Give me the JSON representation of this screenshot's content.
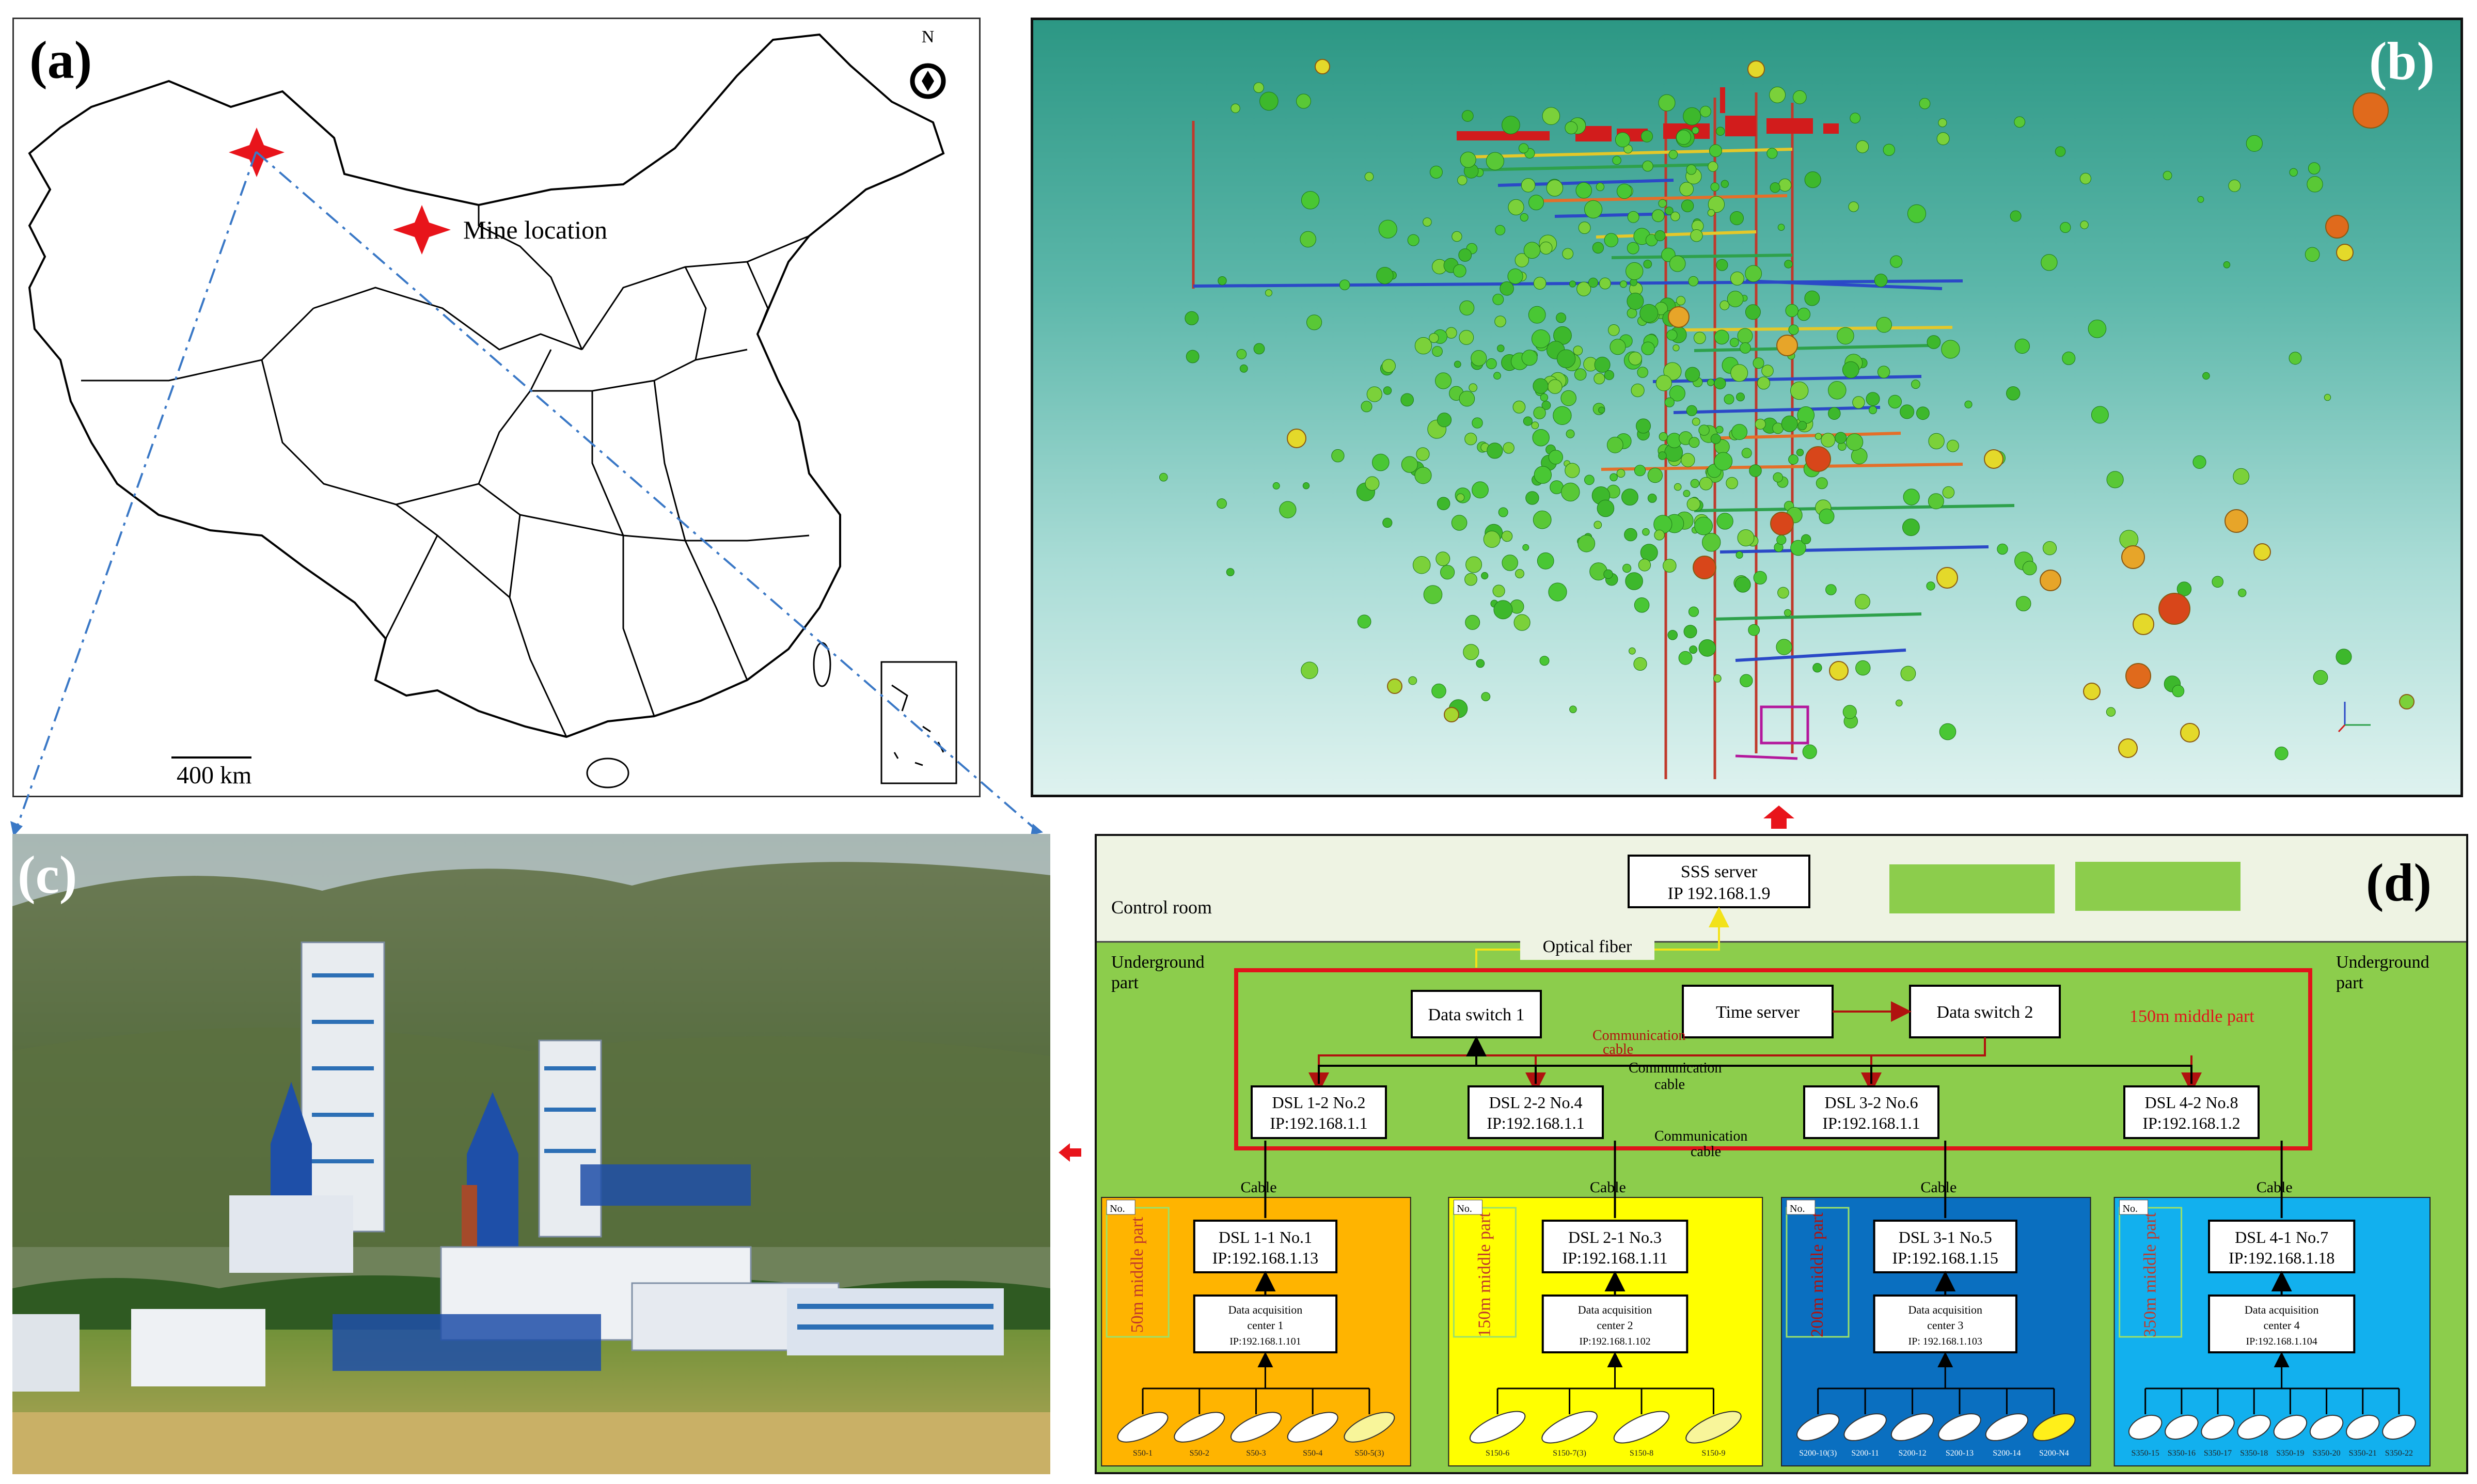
{
  "panel_a": {
    "label": "(a)",
    "north_label": "N",
    "legend_label": "Mine location",
    "scale_label": "400 km"
  },
  "panel_b": {
    "label": "(b)"
  },
  "panel_c": {
    "label": "(c)"
  },
  "panel_d": {
    "label": "(d)",
    "control_room": "Control room",
    "sss_server": [
      "SSS server",
      "IP 192.168.1.9"
    ],
    "optical_fiber": "Optical fiber",
    "underground_left": [
      "Underground",
      "part"
    ],
    "underground_right": [
      "Underground",
      "part"
    ],
    "middle_part_150": "150m middle part",
    "data_switch_1": "Data switch 1",
    "time_server": "Time server",
    "data_switch_2": "Data switch 2",
    "communication_cable_red": [
      "Communication",
      "cable"
    ],
    "communication_cable_1": [
      "Communication",
      "cable"
    ],
    "communication_cable_2": [
      "Communication",
      "cable"
    ],
    "dsl_top": [
      [
        "DSL 1-2 No.2",
        "IP:192.168.1.1"
      ],
      [
        "DSL 2-2 No.4",
        "IP:192.168.1.1"
      ],
      [
        "DSL 3-2 No.6",
        "IP:192.168.1.1"
      ],
      [
        "DSL 4-2 No.8",
        "IP:192.168.1.2"
      ]
    ],
    "cable_label": "Cable",
    "no_label": "No.",
    "zones": [
      {
        "middle_label": "50m middle part",
        "color": "#ffb400",
        "dsl": [
          "DSL 1-1 No.1",
          "IP:192.168.1.13"
        ],
        "dac": [
          "Data acquisition",
          "center 1",
          "IP:192.168.1.101"
        ],
        "sensors": [
          "S50-1",
          "S50-2",
          "S50-3",
          "S50-4",
          "S50-5(3)"
        ],
        "highlight_last": true
      },
      {
        "middle_label": "150m middle part",
        "color": "#ffff00",
        "dsl": [
          "DSL 2-1 No.3",
          "IP:192.168.1.11"
        ],
        "dac": [
          "Data acquisition",
          "center 2",
          "IP:192.168.1.102"
        ],
        "sensors": [
          "S150-6",
          "S150-7(3)",
          "S150-8",
          "S150-9"
        ],
        "highlight_last": true
      },
      {
        "middle_label": "200m middle part",
        "color": "#0a6fc0",
        "dsl": [
          "DSL 3-1 No.5",
          "IP:192.168.1.15"
        ],
        "dac": [
          "Data acquisition",
          "center 3",
          "IP: 192.168.1.103"
        ],
        "sensors": [
          "S200-10(3)",
          "S200-11",
          "S200-12",
          "S200-13",
          "S200-14",
          "S200-N4"
        ],
        "highlight_last": true
      },
      {
        "middle_label": "350m middle part",
        "color": "#12b0ee",
        "dsl": [
          "DSL 4-1 No.7",
          "IP:192.168.1.18"
        ],
        "dac": [
          "Data acquisition",
          "center 4",
          "IP:192.168.1.104"
        ],
        "sensors": [
          "S350-15",
          "S350-16",
          "S350-17",
          "S350-18",
          "S350-19",
          "S350-20",
          "S350-21",
          "S350-22"
        ],
        "highlight_last": false
      }
    ]
  }
}
